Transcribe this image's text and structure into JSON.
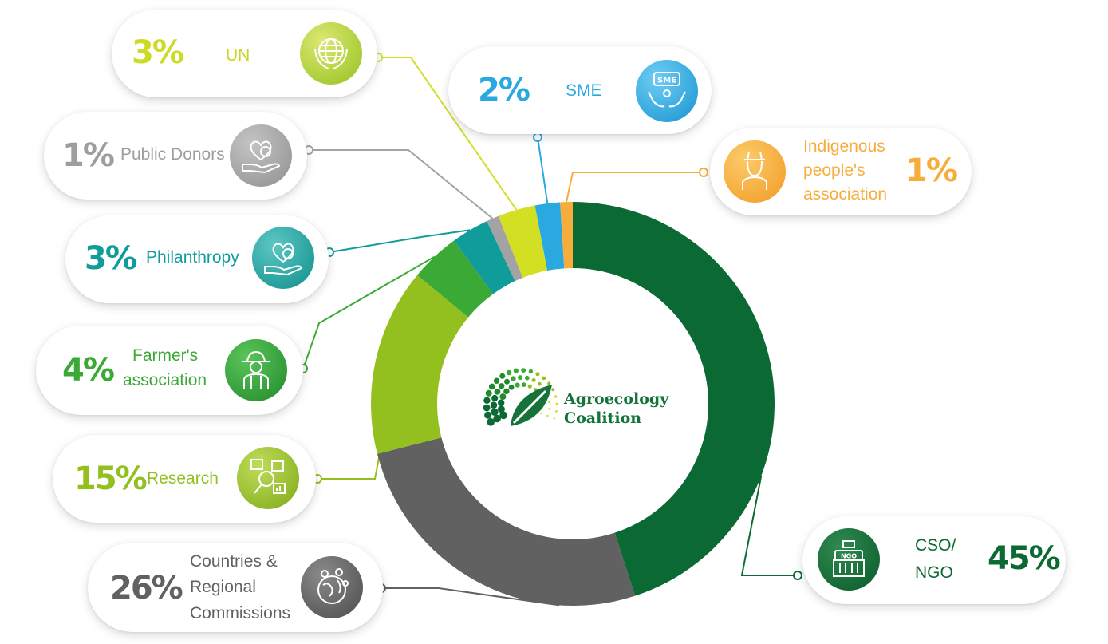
{
  "chart_data": {
    "type": "pie",
    "donut": true,
    "legend": "none",
    "slices": [
      {
        "key": "cso",
        "label": "CSO/ NGO",
        "label_lines": [
          "CSO/",
          "NGO"
        ],
        "value": 45,
        "value_label": "45%",
        "color": "#0b6a34",
        "icon": "ngo-building-icon"
      },
      {
        "key": "countries",
        "label": "Countries & Regional Commissions",
        "label_lines": [
          "Countries &",
          "Regional",
          "Commissions"
        ],
        "value": 26,
        "value_label": "26%",
        "color": "#616161",
        "icon": "globe-pins-icon"
      },
      {
        "key": "research",
        "label": "Research",
        "label_lines": [
          "Research"
        ],
        "value": 15,
        "value_label": "15%",
        "color": "#93c01f",
        "icon": "research-magnifier-icon"
      },
      {
        "key": "farmer",
        "label": "Farmer's association",
        "label_lines": [
          "Farmer's",
          "association"
        ],
        "value": 4,
        "value_label": "4%",
        "color": "#3aa935",
        "icon": "farmer-icon"
      },
      {
        "key": "philanthropy",
        "label": "Philanthropy",
        "label_lines": [
          "Philanthropy"
        ],
        "value": 3,
        "value_label": "3%",
        "color": "#109c9a",
        "icon": "heart-hand-icon"
      },
      {
        "key": "public_donors",
        "label": "Public Donors",
        "label_lines": [
          "Public Donors"
        ],
        "value": 1,
        "value_label": "1%",
        "color": "#a3a3a3",
        "icon": "heart-dollar-hand-icon"
      },
      {
        "key": "un",
        "label": "UN",
        "label_lines": [
          "UN"
        ],
        "value": 3,
        "value_label": "3%",
        "color": "#d2df23",
        "icon": "un-globe-icon"
      },
      {
        "key": "sme",
        "label": "SME",
        "label_lines": [
          "SME"
        ],
        "value": 2,
        "value_label": "2%",
        "color": "#2aa8e0",
        "icon": "sme-hands-icon"
      },
      {
        "key": "indigenous",
        "label": "Indigenous people's association",
        "label_lines": [
          "Indigenous",
          "people's",
          "association"
        ],
        "value": 1,
        "value_label": "1%",
        "color": "#f7ad3b",
        "icon": "indigenous-person-icon"
      }
    ]
  },
  "logo": {
    "line1": "Agroecology",
    "line2": "Coalition"
  }
}
